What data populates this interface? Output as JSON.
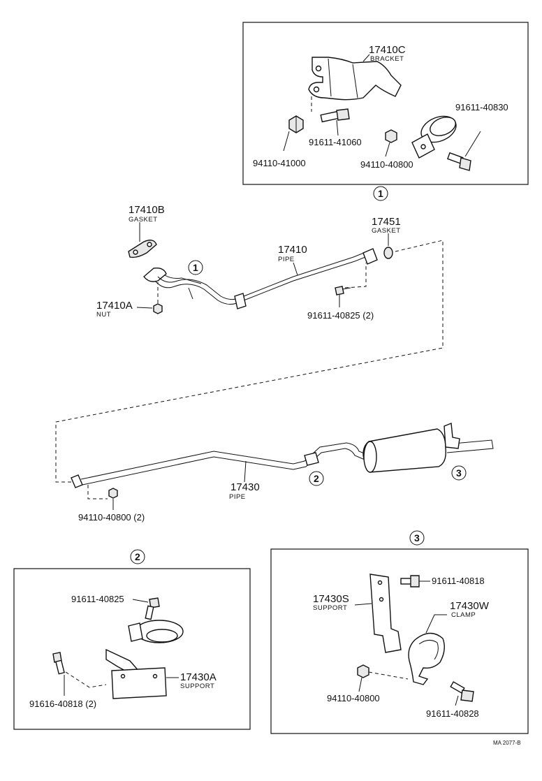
{
  "inset1": {
    "callout": "1",
    "bracket": {
      "part": "17410C",
      "name": "BRACKET"
    },
    "clamp_bolt": {
      "part": "91611-40830"
    },
    "bolt": {
      "part": "91611-41060"
    },
    "nut_large": {
      "part": "94110-41000"
    },
    "nut_small": {
      "part": "94110-40800"
    }
  },
  "main": {
    "callout1": "1",
    "gasket_front": {
      "part": "17410B",
      "name": "GASKET"
    },
    "gasket_rear": {
      "part": "17451",
      "name": "GASKET"
    },
    "pipe_front": {
      "part": "17410",
      "name": "PIPE"
    },
    "nut": {
      "part": "17410A",
      "name": "NUT"
    },
    "bolt": {
      "part": "91611-40825 (2)"
    },
    "pipe_rear": {
      "part": "17430",
      "name": "PIPE"
    },
    "nut_rear": {
      "part": "94110-40800 (2)"
    },
    "callout2": "2",
    "callout3": "3"
  },
  "inset2": {
    "callout": "2",
    "bolt_top": {
      "part": "91611-40825"
    },
    "support": {
      "part": "17430A",
      "name": "SUPPORT"
    },
    "bolt_bottom": {
      "part": "91616-40818 (2)"
    }
  },
  "inset3": {
    "callout": "3",
    "bolt_top": {
      "part": "91611-40818"
    },
    "support": {
      "part": "17430S",
      "name": "SUPPORT"
    },
    "clamp": {
      "part": "17430W",
      "name": "CLAMP"
    },
    "nut": {
      "part": "94110-40800"
    },
    "bolt_bottom": {
      "part": "91611-40828"
    }
  },
  "footer": {
    "code": "MA 2077-B"
  }
}
